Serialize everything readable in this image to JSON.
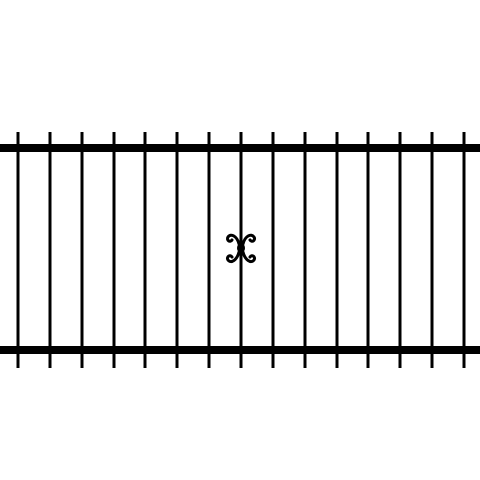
{
  "image": {
    "subject": "wrought-iron-fence-panel",
    "background_color": "#ffffff",
    "metal_color": "#000000",
    "picket_count": 15,
    "rail_count": 2,
    "ornament": "scroll-ornament"
  }
}
